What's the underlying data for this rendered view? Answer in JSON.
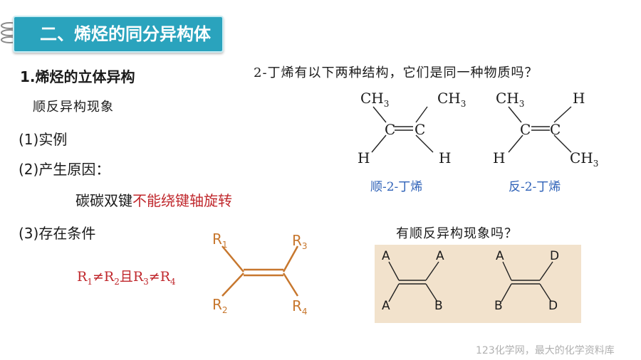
{
  "title": "二、烯烃的同分异构体",
  "section_heading": "1.烯烃的立体异构",
  "subheading": "顺反异构现象",
  "items": [
    {
      "label": "(1)实例"
    },
    {
      "label": "(2)产生原因："
    },
    {
      "label": "(3)存在条件"
    }
  ],
  "reason": {
    "part1": "碳碳双键",
    "part2": "不能绕键轴旋转"
  },
  "condition": {
    "r1": "R",
    "s1": "1",
    "ne1": "≠",
    "r2": "R",
    "s2": "2",
    "and": "且",
    "r3": "R",
    "s3": "3",
    "ne2": "≠",
    "r4": "R",
    "s4": "4"
  },
  "question1": "2-丁烯有以下两种结构，它们是同一种物质吗？",
  "structures": {
    "cis": {
      "top_left": "CH",
      "top_left_sub": "3",
      "top_right": "CH",
      "top_right_sub": "3",
      "c_left": "C",
      "c_right": "C",
      "bottom_left": "H",
      "bottom_right": "H",
      "name": "顺-2-丁烯"
    },
    "trans": {
      "top_left": "CH",
      "top_left_sub": "3",
      "top_right": "H",
      "c_left": "C",
      "c_right": "C",
      "bottom_left": "H",
      "bottom_right": "CH",
      "bottom_right_sub": "3",
      "name": "反-2-丁烯"
    }
  },
  "general_alkene": {
    "r1": "R",
    "s1": "1",
    "r2": "R",
    "s2": "2",
    "r3": "R",
    "s3": "3",
    "r4": "R",
    "s4": "4"
  },
  "question2": "有顺反异构现象吗？",
  "examples": {
    "left": {
      "top_left": "A",
      "top_right": "A",
      "bottom_left": "A",
      "bottom_right": "B"
    },
    "right": {
      "top_left": "A",
      "top_right": "D",
      "bottom_left": "B",
      "bottom_right": "D"
    }
  },
  "footer": "123化学网，最大的化学资料库",
  "colors": {
    "banner": "#2aa3bd",
    "red": "#c0282d",
    "blue": "#2f62b8",
    "orange": "#c7772e",
    "box": "#f2e2cc"
  }
}
